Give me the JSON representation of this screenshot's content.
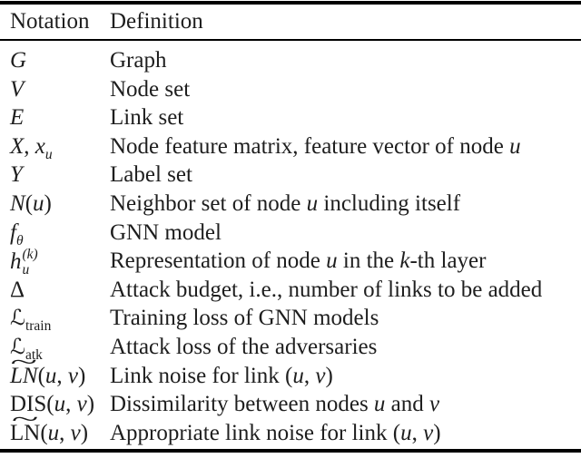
{
  "colors": {
    "background": "#ffffff",
    "text": "#1e1e1e",
    "rule": "#000000"
  },
  "table": {
    "header": {
      "notation": "Notation",
      "definition": "Definition"
    },
    "rows": [
      {
        "n": [
          {
            "t": "G",
            "i": 1
          }
        ],
        "d": [
          {
            "t": "Graph"
          }
        ]
      },
      {
        "n": [
          {
            "t": "V",
            "i": 1
          }
        ],
        "d": [
          {
            "t": "Node set"
          }
        ]
      },
      {
        "n": [
          {
            "t": "E",
            "i": 1
          }
        ],
        "d": [
          {
            "t": "Link set"
          }
        ]
      },
      {
        "n": [
          {
            "t": "X",
            "i": 1
          },
          {
            "t": ", "
          },
          {
            "t": "x",
            "i": 1
          },
          {
            "t": "u",
            "i": 1,
            "sub": 1
          }
        ],
        "d": [
          {
            "t": "Node feature matrix, feature vector of node "
          },
          {
            "t": "u",
            "i": 1
          }
        ]
      },
      {
        "n": [
          {
            "t": "Y",
            "i": 1
          }
        ],
        "d": [
          {
            "t": "Label set"
          }
        ]
      },
      {
        "n": [
          {
            "t": "N",
            "cal": 1
          },
          {
            "t": "("
          },
          {
            "t": "u",
            "i": 1
          },
          {
            "t": ")"
          }
        ],
        "d": [
          {
            "t": "Neighbor set of node "
          },
          {
            "t": "u",
            "i": 1
          },
          {
            "t": " including itself"
          }
        ]
      },
      {
        "n": [
          {
            "t": "f",
            "i": 1
          },
          {
            "t": "θ",
            "i": 1,
            "sub": 1
          }
        ],
        "d": [
          {
            "t": "GNN model"
          }
        ]
      },
      {
        "n": [
          {
            "t": "h",
            "i": 1
          },
          {
            "stack": {
              "sup": "(k)",
              "sub": "u"
            }
          }
        ],
        "d": [
          {
            "t": "Representation of node "
          },
          {
            "t": "u",
            "i": 1
          },
          {
            "t": " in the "
          },
          {
            "t": "k",
            "i": 1
          },
          {
            "t": "-th layer"
          }
        ]
      },
      {
        "n": [
          {
            "t": "Δ"
          }
        ],
        "d": [
          {
            "t": "Attack budget, i.e., number of links to be added"
          }
        ]
      },
      {
        "n": [
          {
            "t": "ℒ",
            "scr": 1
          },
          {
            "t": "train",
            "sub": 1
          }
        ],
        "d": [
          {
            "t": "Training loss of GNN models"
          }
        ]
      },
      {
        "n": [
          {
            "t": "ℒ",
            "scr": 1
          },
          {
            "t": "atk",
            "sub": 1
          }
        ],
        "d": [
          {
            "t": "Attack loss of the adversaries"
          }
        ]
      },
      {
        "n": [
          {
            "tilde": [
              {
                "t": "LN",
                "i": 1
              }
            ]
          },
          {
            "t": "("
          },
          {
            "t": "u",
            "i": 1
          },
          {
            "t": ", "
          },
          {
            "t": "v",
            "i": 1
          },
          {
            "t": ")"
          }
        ],
        "d": [
          {
            "t": "Link noise for link ("
          },
          {
            "t": "u",
            "i": 1
          },
          {
            "t": ", "
          },
          {
            "t": "v",
            "i": 1
          },
          {
            "t": ")"
          }
        ]
      },
      {
        "n": [
          {
            "t": "DIS("
          },
          {
            "t": "u",
            "i": 1
          },
          {
            "t": ", "
          },
          {
            "t": "v",
            "i": 1
          },
          {
            "t": ")"
          }
        ],
        "d": [
          {
            "t": "Dissimilarity between nodes "
          },
          {
            "t": "u",
            "i": 1
          },
          {
            "t": " and "
          },
          {
            "t": "v",
            "i": 1
          }
        ]
      },
      {
        "n": [
          {
            "tilde": [
              {
                "t": "LN"
              }
            ]
          },
          {
            "t": "("
          },
          {
            "t": "u",
            "i": 1
          },
          {
            "t": ", "
          },
          {
            "t": "v",
            "i": 1
          },
          {
            "t": ")"
          }
        ],
        "d": [
          {
            "t": "Appropriate link noise for link ("
          },
          {
            "t": "u",
            "i": 1
          },
          {
            "t": ", "
          },
          {
            "t": "v",
            "i": 1
          },
          {
            "t": ")"
          }
        ]
      }
    ]
  }
}
